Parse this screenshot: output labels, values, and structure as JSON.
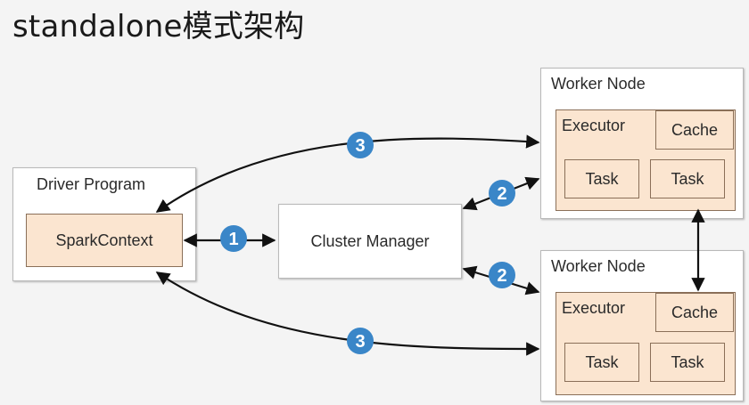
{
  "title": "standalone模式架构",
  "driver": {
    "label": "Driver Program",
    "context_label": "SparkContext"
  },
  "cluster_manager": {
    "label": "Cluster Manager"
  },
  "workers": [
    {
      "label": "Worker Node",
      "executor_label": "Executor",
      "cache_label": "Cache",
      "tasks": [
        "Task",
        "Task"
      ]
    },
    {
      "label": "Worker Node",
      "executor_label": "Executor",
      "cache_label": "Cache",
      "tasks": [
        "Task",
        "Task"
      ]
    }
  ],
  "steps": [
    "1",
    "2",
    "2",
    "3",
    "3"
  ],
  "colors": {
    "badge": "#3a86c8",
    "peach": "#fbe5d0",
    "arrow": "#111111"
  }
}
